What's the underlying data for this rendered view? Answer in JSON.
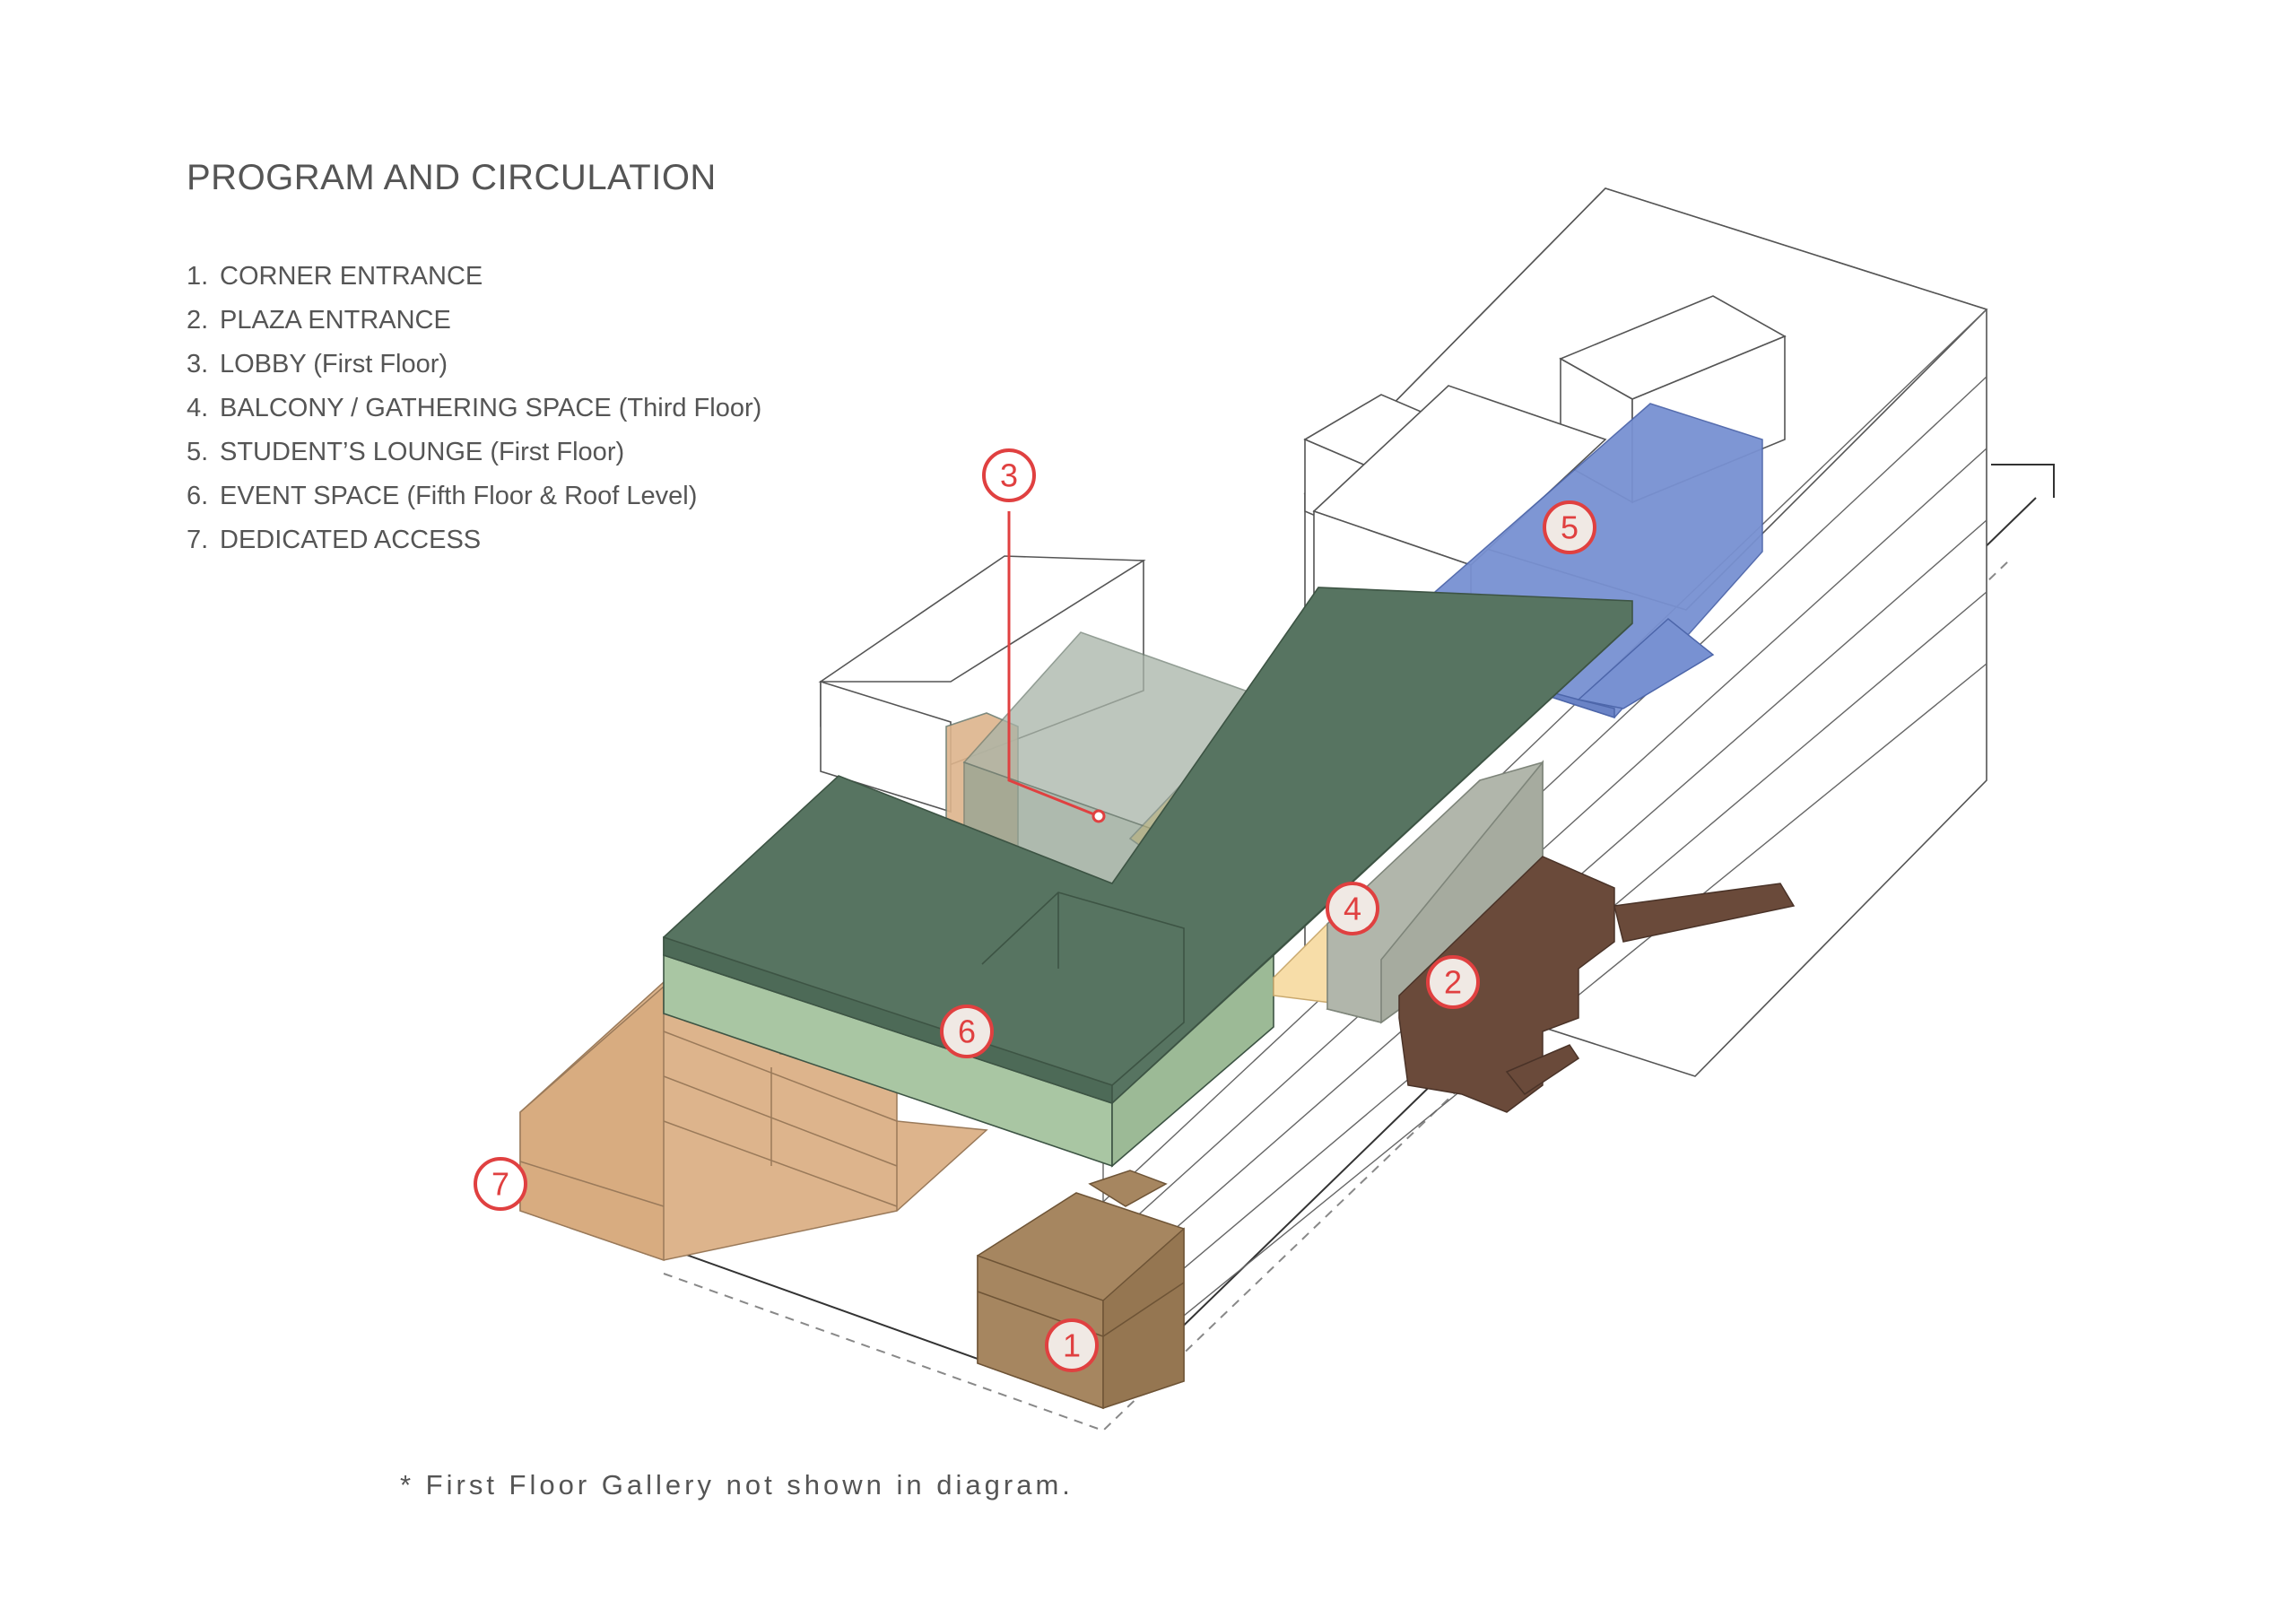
{
  "title": "PROGRAM AND CIRCULATION",
  "legend": [
    {
      "num": "1.",
      "label": "CORNER ENTRANCE"
    },
    {
      "num": "2.",
      "label": "PLAZA ENTRANCE"
    },
    {
      "num": "3.",
      "label": "LOBBY (First Floor)"
    },
    {
      "num": "4.",
      "label": "BALCONY / GATHERING SPACE (Third Floor)"
    },
    {
      "num": "5.",
      "label": "STUDENT’S LOUNGE (First Floor)"
    },
    {
      "num": "6.",
      "label": "EVENT SPACE (Fifth Floor & Roof Level)"
    },
    {
      "num": "7.",
      "label": "DEDICATED ACCESS"
    }
  ],
  "markers": [
    "1",
    "2",
    "3",
    "4",
    "5",
    "6",
    "7"
  ],
  "footnote": "* First Floor Gallery not shown in diagram.",
  "colors": {
    "text": "#555555",
    "marker": "#e04040",
    "event_space": "#577461",
    "event_space_band": "#a9c6a3",
    "dedicated_access": "#ddb48c",
    "corner_entrance": "#a68660",
    "plaza_entrance": "#6a4a3a",
    "balcony": "#b1b6ab",
    "students_lounge": "#7891d2",
    "gathering_light": "#f7dda8"
  }
}
